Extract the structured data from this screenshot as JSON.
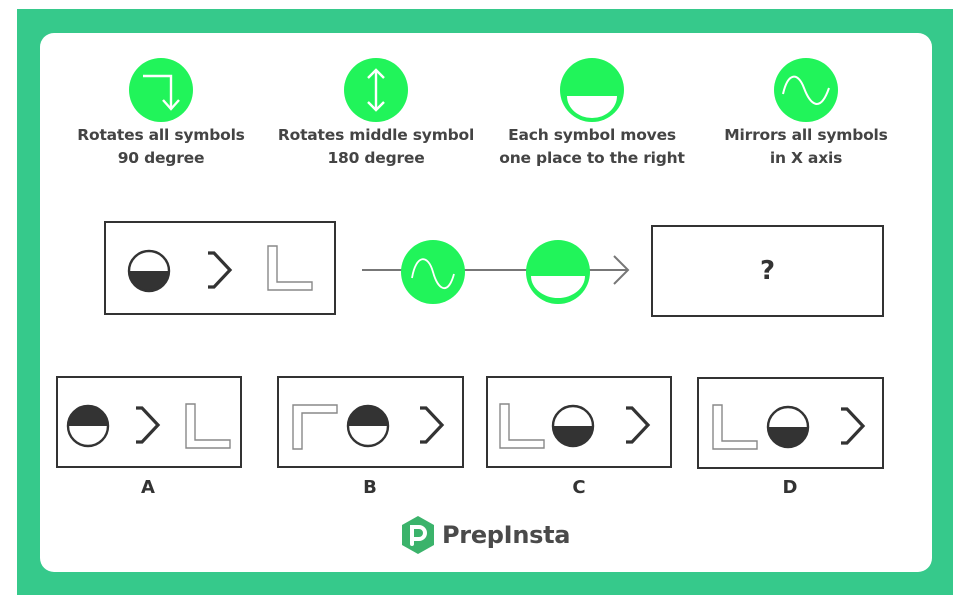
{
  "colors": {
    "frame": "#36c98b",
    "rule_circle": "#21f45a",
    "ink": "#333333",
    "text": "#444444"
  },
  "legend": [
    {
      "icon": "turn-down-arrow-icon",
      "line1": "Rotates all symbols",
      "line2": "90 degree"
    },
    {
      "icon": "double-vertical-arrow-icon",
      "line1": "Rotates middle symbol",
      "line2": "180 degree"
    },
    {
      "icon": "half-circle-icon",
      "line1": "Each symbol moves",
      "line2": "one place to the right"
    },
    {
      "icon": "sine-wave-icon",
      "line1": "Mirrors all symbols",
      "line2": "in X axis"
    }
  ],
  "question": {
    "input_symbols": [
      "half-filled-circle-bottom",
      "chevron-right",
      "outlined-l-shape"
    ],
    "operations": [
      "sine-wave-icon",
      "half-circle-icon"
    ],
    "answer_placeholder": "?"
  },
  "options": [
    {
      "label": "A",
      "symbols": [
        "half-filled-circle-top",
        "chevron-right",
        "outlined-l-shape"
      ]
    },
    {
      "label": "B",
      "symbols": [
        "outlined-inverted-l-shape",
        "half-filled-circle-top",
        "chevron-right"
      ]
    },
    {
      "label": "C",
      "symbols": [
        "outlined-l-shape",
        "half-filled-circle-bottom",
        "chevron-right"
      ]
    },
    {
      "label": "D",
      "symbols": [
        "outlined-l-shape",
        "half-filled-circle-bottom",
        "chevron-right"
      ]
    }
  ],
  "brand": {
    "logo_letter": "P",
    "name": "PrepInsta"
  }
}
